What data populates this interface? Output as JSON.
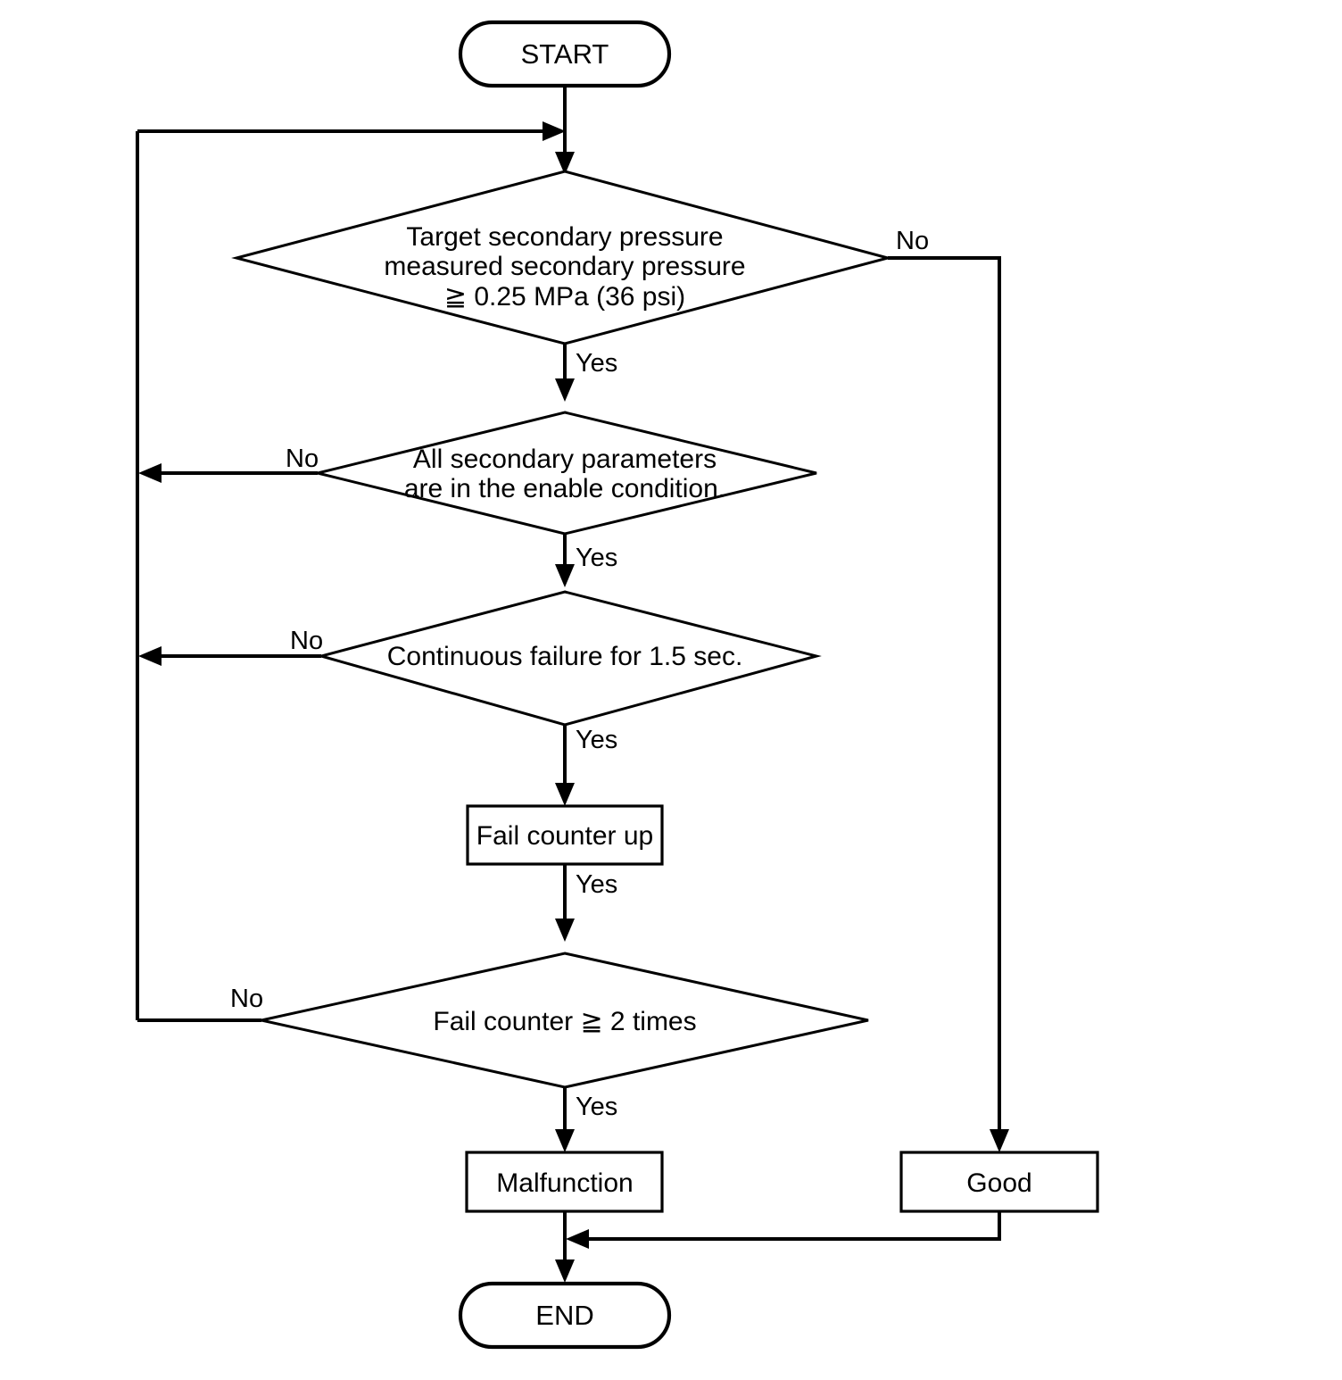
{
  "diagram": {
    "title": "Secondary pressure diagnostic flowchart",
    "type": "flowchart",
    "background_color": "#ffffff",
    "line_color": "#000000",
    "nodes": {
      "start": {
        "label": "START",
        "shape": "terminator"
      },
      "decision_pressure": {
        "shape": "decision",
        "line1": "Target secondary pressure",
        "line2": "measured secondary pressure",
        "line3": "≧ 0.25 MPa (36 psi)"
      },
      "decision_params": {
        "shape": "decision",
        "line1": "All secondary parameters",
        "line2": "are in the enable condition."
      },
      "decision_continuous": {
        "shape": "decision",
        "line1": "Continuous failure for 1.5 sec."
      },
      "process_counter": {
        "label": "Fail counter up",
        "shape": "process"
      },
      "decision_counter": {
        "shape": "decision",
        "line1": "Fail counter ≧ 2 times"
      },
      "result_malfunction": {
        "label": "Malfunction",
        "shape": "process"
      },
      "result_good": {
        "label": "Good",
        "shape": "process"
      },
      "end": {
        "label": "END",
        "shape": "terminator"
      }
    },
    "edge_labels": {
      "pressure_no": "No",
      "pressure_yes": "Yes",
      "params_no": "No",
      "params_yes": "Yes",
      "continuous_no": "No",
      "continuous_yes": "Yes",
      "counter_up_yes": "Yes",
      "counter_no": "No",
      "counter_yes": "Yes"
    }
  }
}
